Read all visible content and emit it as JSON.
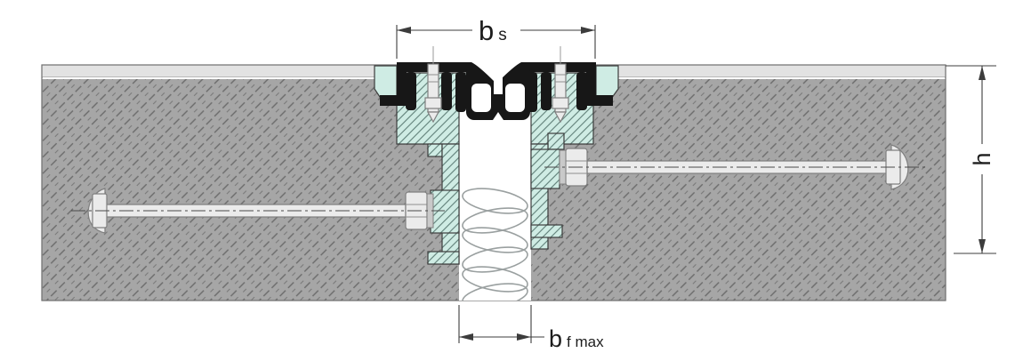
{
  "diagram": {
    "type": "expansion-joint-cross-section",
    "dimension_labels": {
      "top": {
        "main": "b",
        "sub": "s"
      },
      "right": {
        "main": "h"
      },
      "bottom": {
        "main": "b",
        "sub": "f max"
      }
    },
    "colors": {
      "concrete": "#a6a6a6",
      "concrete_hatch": "#6b6b6b",
      "surface_layer": "#e2e2e2",
      "aluminum": "#cfece4",
      "aluminum_hatch": "#5f7f78",
      "rubber": "#171717",
      "metal": "#ebebeb",
      "metal_outline": "#7f7f7f",
      "spring": "#9aa0a0",
      "outline": "#3c3c3c"
    }
  }
}
